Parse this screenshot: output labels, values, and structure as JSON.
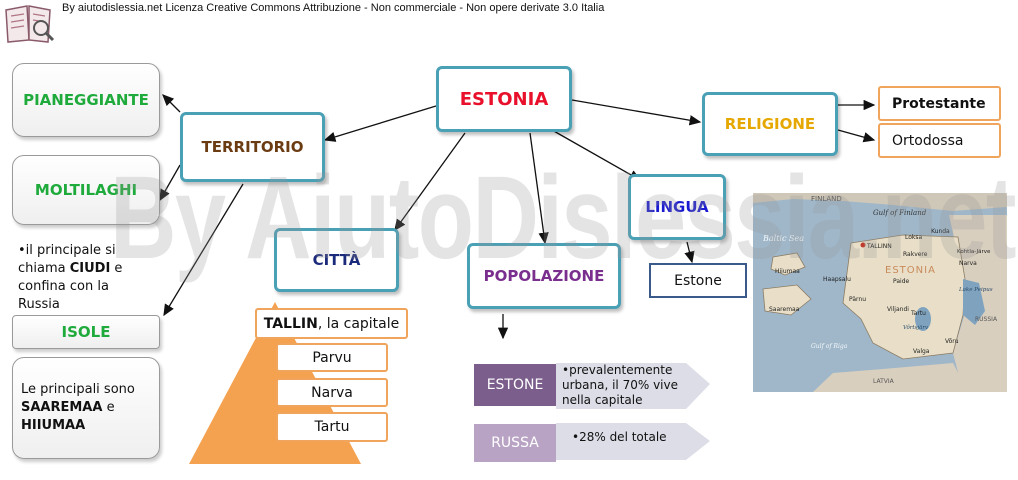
{
  "credit": "By aiutodislessia.net Licenza Creative Commons Attribuzione - Non commerciale - Non opere derivate 3.0 Italia",
  "watermark": "By AiutoDislessia.net",
  "nodes": {
    "estonia": "ESTONIA",
    "territorio": "TERRITORIO",
    "pianeggiante": "PIANEGGIANTE",
    "moltilaghi": "MOLTILAGHI",
    "ciudi_prefix": "•il principale si chiama ",
    "ciudi_bold": "CIUDI",
    "ciudi_suffix": " e confina con la Russia",
    "isole": "ISOLE",
    "isole_prefix": "Le principali sono ",
    "isole_bold1": "SAAREMAA",
    "isole_mid": " e ",
    "isole_bold2": "HIIUMAA",
    "citta": "CITTÀ",
    "tallin_bold": "TALLIN",
    "tallin_rest": ", la capitale",
    "parvu": "Parvu",
    "narva": "Narva",
    "tartu": "Tartu",
    "popolazione": "POPOLAZIONE",
    "estone_label": "ESTONE",
    "estone_desc": "•prevalentemente urbana, il 70% vive nella capitale",
    "russa_label": "RUSSA",
    "russa_desc": "•28% del totale",
    "lingua": "LINGUA",
    "estone_lingua": "Estone",
    "religione": "RELIGIONE",
    "protestante": "Protestante",
    "ortodossa": "Ortodossa"
  },
  "map": {
    "labels": {
      "finland": "FINLAND",
      "gulf": "Gulf of Finland",
      "baltic": "Baltic Sea",
      "estonia": "ESTONIA",
      "russia": "RUSSIA",
      "latvia": "LATVIA",
      "riga": "Gulf of Riga",
      "tallinn": "TALLINN",
      "tartu": "Tartu",
      "narva": "Narva",
      "parnu": "Pärnu",
      "saaremaa": "Saaremaa",
      "hiiumaa": "Hiiumaa",
      "paide": "Paide",
      "rakvere": "Rakvere",
      "kunda": "Kunda",
      "loksa": "Loksa",
      "valga": "Valga",
      "viljandi": "Viljandi",
      "haapsalu": "Haapsalu",
      "kohtla": "Kohtla-Järve",
      "lake": "Lake Peipus",
      "vortsjarv": "Võrtsjärv",
      "voru": "Võru"
    }
  },
  "colors": {
    "teal_border": "#4aa0b5",
    "orange_border": "#f0a45c",
    "estone_fill": "#7b5e8c",
    "russa_fill": "#b9a3c4",
    "chevron_fill": "#dcdde6",
    "pyramid_fill": "#f4a150"
  }
}
